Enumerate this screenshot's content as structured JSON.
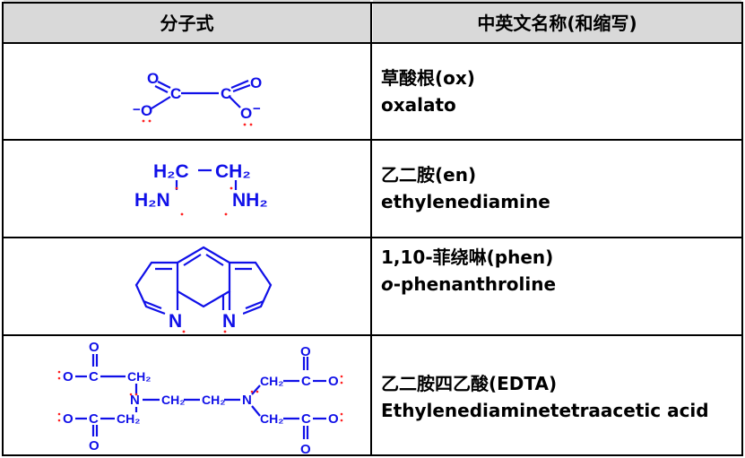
{
  "table": {
    "headers": [
      "分子式",
      "中英文名称(和缩写)"
    ],
    "rows": [
      {
        "cn": "草酸根(ox)",
        "en": "oxalato"
      },
      {
        "cn": "乙二胺(en)",
        "en": "ethylenediamine"
      },
      {
        "cn": "1,10-菲绕啉(phen)",
        "en_italic": "o",
        "en": "-phenanthroline"
      },
      {
        "cn": "乙二胺四乙酸(EDTA)",
        "en": "Ethylenediaminetetraacetic acid"
      }
    ]
  },
  "structures": {
    "oxalate": {
      "atoms": [
        "O",
        "C",
        "C",
        "O",
        "O",
        "O"
      ],
      "charges": [
        "−",
        "−"
      ]
    },
    "en": {
      "groups": [
        "H₂C",
        "CH₂",
        "H₂N",
        "NH₂"
      ]
    },
    "phen": {
      "atoms": [
        "N",
        "N"
      ]
    },
    "edta": {
      "atoms": [
        "O",
        "O",
        "O",
        "O",
        "O",
        "O",
        "O",
        "O",
        "N",
        "N",
        "C",
        "C",
        "C",
        "C"
      ],
      "groups": [
        "CH₂",
        "CH₂",
        "CH₂",
        "CH₂",
        "CH₂",
        "CH₂"
      ]
    }
  },
  "colors": {
    "structure": "#1010e8",
    "lone_pair": "#ff2020",
    "header_bg": "#d9d9d9"
  }
}
